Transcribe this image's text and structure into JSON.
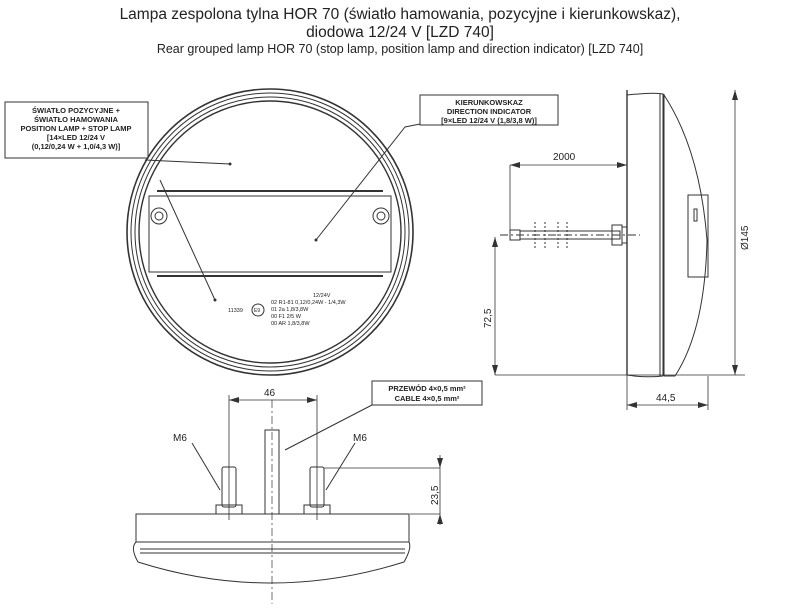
{
  "title": {
    "line1": "Lampa zespolona tylna HOR 70 (światło hamowania, pozycyjne i kierunkowskaz),",
    "line2": "diodowa 12/24 V [LZD 740]",
    "line3": "Rear grouped lamp HOR 70 (stop lamp, position lamp and direction indicator) [LZD 740]"
  },
  "callouts": {
    "position_stop": [
      "ŚWIATŁO POZYCYJNE +",
      "ŚWIATŁO HAMOWANIA",
      "POSITION LAMP + STOP LAMP",
      "[14×LED 12/24 V",
      "(0,12/0,24 W + 1,0/4,3 W)]"
    ],
    "indicator": [
      "KIERUNKOWSKAZ",
      "DIRECTION INDICATOR",
      "[9×LED 12/24 V (1,8/3,8 W)]"
    ],
    "cable": [
      "PRZEWÓD 4×0,5 mm²",
      "CABLE 4×0,5 mm²"
    ]
  },
  "markings": {
    "voltage": "12/24V",
    "approval_no": "11339",
    "approval_mark": "E9",
    "lines": [
      "02 R1-81 0,12/0,24W - 1/4,3W",
      "01 2a 1,8/3,8W",
      "00 F1 2/5 W",
      "00 AR 1,8/3,8W"
    ]
  },
  "dimensions": {
    "cable_length": "2000",
    "diameter": "Ø145",
    "center_height": "72,5",
    "depth": "44,5",
    "bolt_spacing": "46",
    "bolt_height": "23,5",
    "thread_left": "M6",
    "thread_right": "M6"
  }
}
